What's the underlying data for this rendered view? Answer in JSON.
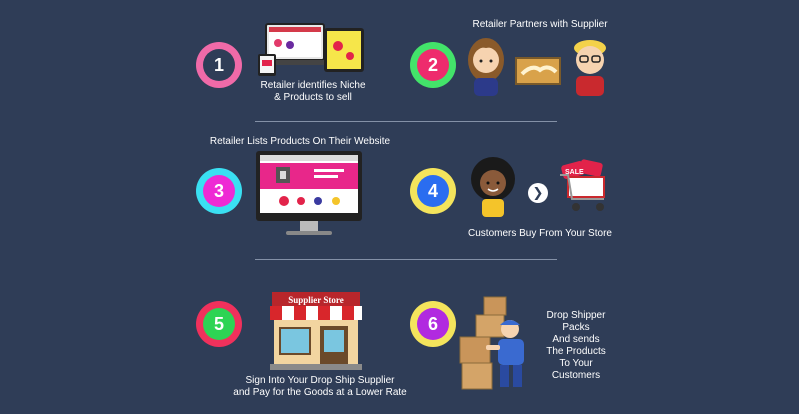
{
  "steps": [
    {
      "number": "1",
      "caption_line1": "Retailer identifies Niche",
      "caption_line2": "& Products to sell",
      "ring": "#f06aa8",
      "fill": "#2f3d57"
    },
    {
      "number": "2",
      "caption": "Retailer Partners with Supplier",
      "ring": "#43e36a",
      "fill": "#ee2b6d"
    },
    {
      "number": "3",
      "caption": "Retailer Lists Products On Their Website",
      "ring": "#3ae0f2",
      "fill": "#ee2ad4"
    },
    {
      "number": "4",
      "caption": "Customers Buy From Your Store",
      "ring": "#f4e45c",
      "fill": "#2a6df0"
    },
    {
      "number": "5",
      "caption_line1": "Sign Into Your Drop Ship Supplier",
      "caption_line2": "and Pay for the Goods at a Lower Rate",
      "ring": "#f0315c",
      "fill": "#2dd454"
    },
    {
      "number": "6",
      "caption_lines": [
        "Drop Shipper",
        "Packs",
        "And sends",
        "The Products",
        "To Your",
        "Customers"
      ],
      "ring": "#f4e45c",
      "fill": "#b12ae0"
    }
  ],
  "store_sign": "Supplier Store",
  "sale_tag": "SALE"
}
